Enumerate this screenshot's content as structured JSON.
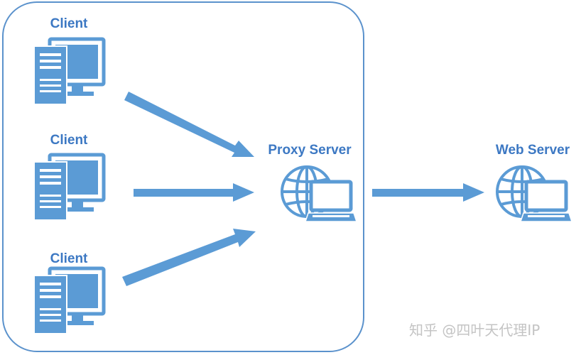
{
  "clients": [
    {
      "label": "Client",
      "icon": "desktop-computer-icon"
    },
    {
      "label": "Client",
      "icon": "desktop-computer-icon"
    },
    {
      "label": "Client",
      "icon": "desktop-computer-icon"
    }
  ],
  "proxy": {
    "label": "Proxy Server",
    "icon": "globe-laptop-icon"
  },
  "web": {
    "label": "Web Server",
    "icon": "globe-laptop-icon"
  },
  "watermark": "知乎 @四叶天代理IP",
  "colors": {
    "primary": "#5b9bd5",
    "outline": "#5b92cc",
    "label": "#3c78c3",
    "watermark": "#c4c4c4"
  }
}
